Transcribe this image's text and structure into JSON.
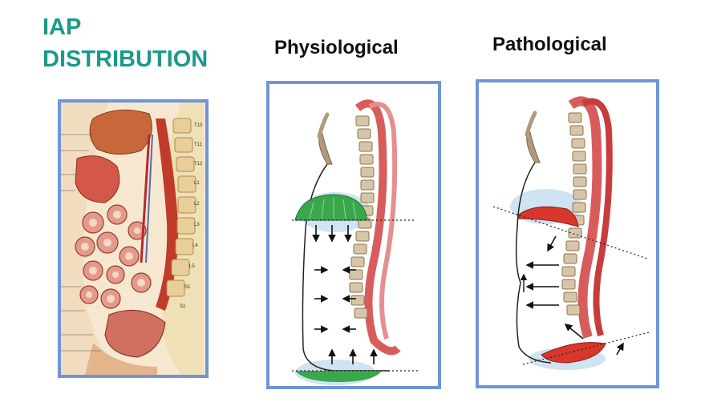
{
  "colors": {
    "title_teal": "#1a9a8a",
    "frame_blue": "#6f95d8",
    "diaphragm_green": "#3aa84a",
    "pathological_red": "#d8382c",
    "vertebra_tan": "#c9b49a",
    "muscle_red": "#d65a5a"
  },
  "header": {
    "title_line1": "IAP",
    "title_line2": "DISTRIBUTION"
  },
  "panels": {
    "anatomy": {
      "tick_labels": [
        "T10",
        "T11",
        "T12",
        "L1",
        "L2",
        "L3",
        "L4",
        "L5",
        "S1",
        "S2"
      ]
    },
    "physiological": {
      "title": "Physiological"
    },
    "pathological": {
      "title": "Pathological"
    }
  }
}
